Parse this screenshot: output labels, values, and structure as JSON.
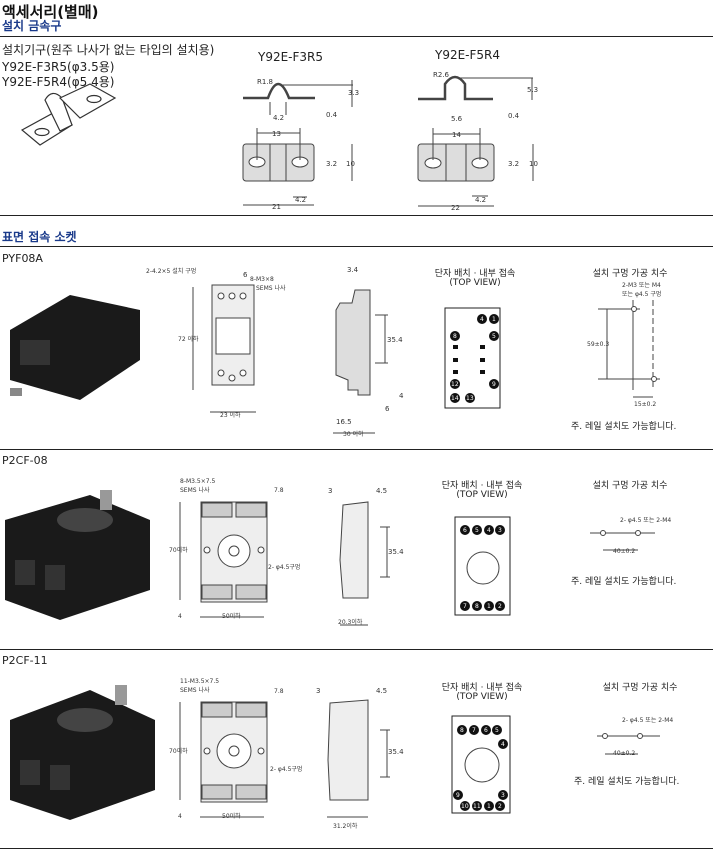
{
  "header": {
    "title": "액세서리(별매)",
    "subtitle": "설치 금속구"
  },
  "bracket": {
    "desc": "설치기구(원주 나사가 없는 타입의 설치용)",
    "models": [
      "Y92E-F3R5(φ3.5용)",
      "Y92E-F5R4(φ5.4용)"
    ],
    "f3r5": {
      "name": "Y92E-F3R5",
      "radius": "R1.8",
      "height": "3.3",
      "inner": "4.2",
      "thick": "0.4",
      "pitch": "13",
      "hole": "3.2",
      "width": "10",
      "hole_w": "4.2",
      "length": "21"
    },
    "f5r4": {
      "name": "Y92E-F5R4",
      "radius": "R2.6",
      "height": "5.3",
      "inner": "5.6",
      "thick": "0.4",
      "pitch": "14",
      "hole": "3.2",
      "width": "10",
      "hole_w": "4.2",
      "length": "22"
    }
  },
  "sockets_heading": "표면 접속 소켓",
  "common": {
    "terminal_title": "단자 배치 · 내부 접속",
    "top_view": "(TOP VIEW)",
    "mount_title": "설치 구멍 가공 치수",
    "rail_note": "주. 레일 설치도 가능합니다."
  },
  "pyf08a": {
    "name": "PYF08A",
    "hole_note": "2-4.2×5 설치 구멍",
    "screw_note": "8-M3×8",
    "sems": "SEMS 나사",
    "pitch": "6",
    "height": "72 이하",
    "width": "23 이하",
    "side_top": "3.4",
    "side_h": "35.4",
    "side_4": "4",
    "side_6": "6",
    "side_165": "16.5",
    "side_w": "30 이하",
    "pins": [
      "4",
      "1",
      "8",
      "5",
      "12",
      "9",
      "14",
      "13"
    ],
    "mount_note1": "2-M3 또는 M4",
    "mount_note2": "또는 φ4.5 구멍",
    "mount_h": "59±0.3",
    "mount_w": "15±0.2"
  },
  "p2cf08": {
    "name": "P2CF-08",
    "screw_note": "8-M3.5×7.5",
    "sems": "SEMS 나사",
    "pitch": "7.8",
    "height": "70이하",
    "bottom": "4",
    "width": "50이하",
    "hole": "2- φ4.5구멍",
    "side_l": "3",
    "side_r": "4.5",
    "side_h": "35.4",
    "side_w": "20.3이하",
    "pins_top": [
      "6",
      "5",
      "4",
      "3"
    ],
    "pins_bottom": [
      "7",
      "8",
      "1",
      "2"
    ],
    "mount_note": "2- φ4.5 또는 2-M4",
    "mount_w": "40±0.2"
  },
  "p2cf11": {
    "name": "P2CF-11",
    "screw_note": "11-M3.5×7.5",
    "sems": "SEMS 나사",
    "pitch": "7.8",
    "height": "70이하",
    "bottom": "4",
    "width": "50이하",
    "hole": "2- φ4.5구멍",
    "side_l": "3",
    "side_r": "4.5",
    "side_h": "35.4",
    "side_w": "31.2이하",
    "pins_top": [
      "8",
      "7",
      "6",
      "5"
    ],
    "pin_4": "4",
    "pin_9": "9",
    "pin_3": "3",
    "pins_bottom": [
      "10",
      "11",
      "1",
      "2"
    ],
    "mount_note": "2- φ4.5 또는 2-M4",
    "mount_w": "40±0.2"
  }
}
